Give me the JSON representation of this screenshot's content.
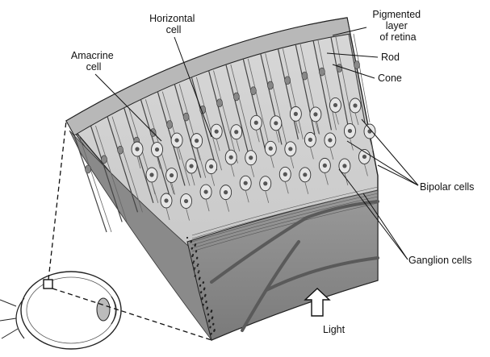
{
  "labels": {
    "horizontal_cell": [
      "Horizontal",
      "cell"
    ],
    "amacrine_cell": [
      "Amacrine",
      "cell"
    ],
    "pigmented_layer": [
      "Pigmented",
      "layer",
      "of retina"
    ],
    "rod": "Rod",
    "cone": "Cone",
    "bipolar_cells": "Bipolar cells",
    "ganglion_cells": "Ganglion cells",
    "light": "Light"
  }
}
